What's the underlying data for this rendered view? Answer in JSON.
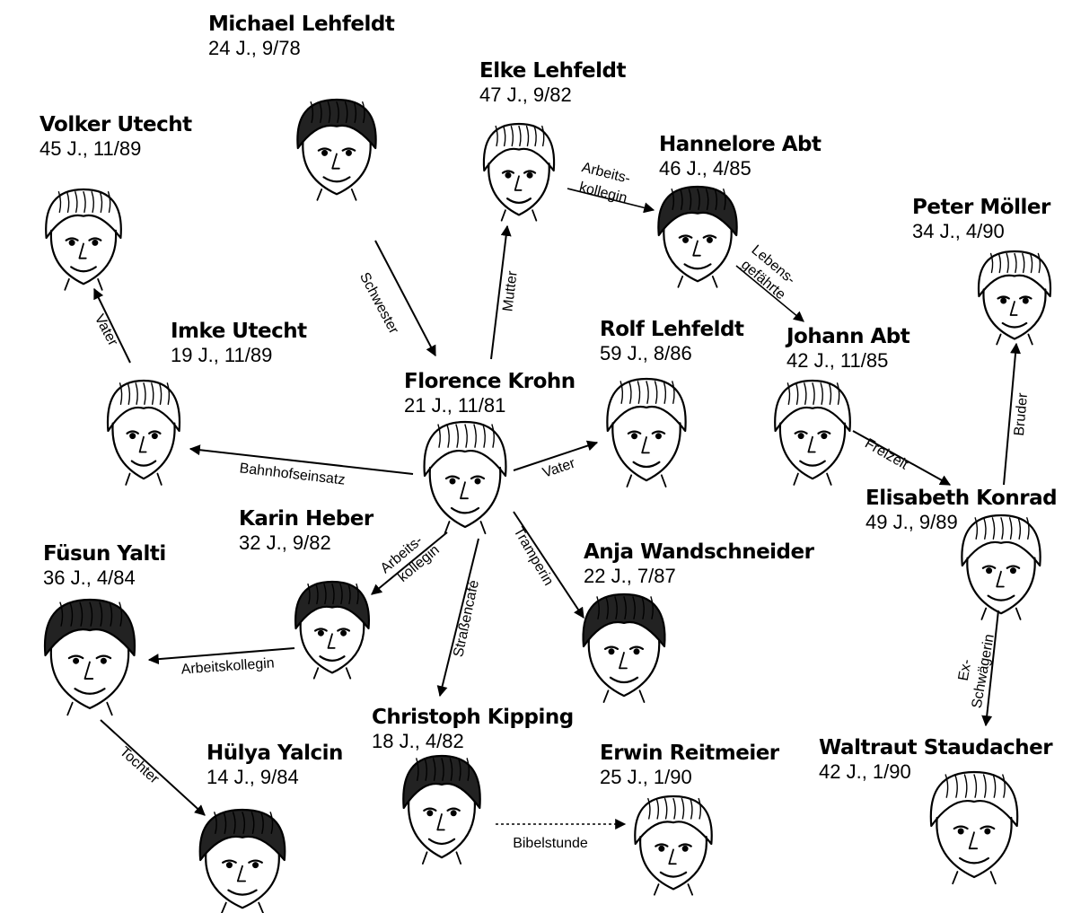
{
  "people": [
    {
      "id": "michael",
      "name": "Michael Lehfeldt",
      "info": "24 J., 9/78"
    },
    {
      "id": "elke",
      "name": "Elke Lehfeldt",
      "info": "47 J., 9/82"
    },
    {
      "id": "volker",
      "name": "Volker Utecht",
      "info": "45 J., 11/89"
    },
    {
      "id": "hannelore",
      "name": "Hannelore Abt",
      "info": "46 J., 4/85"
    },
    {
      "id": "peter",
      "name": "Peter Möller",
      "info": "34 J., 4/90"
    },
    {
      "id": "imke",
      "name": "Imke Utecht",
      "info": "19 J., 11/89"
    },
    {
      "id": "rolf",
      "name": "Rolf Lehfeldt",
      "info": "59 J., 8/86"
    },
    {
      "id": "johann",
      "name": "Johann Abt",
      "info": "42 J., 11/85"
    },
    {
      "id": "florence",
      "name": "Florence Krohn",
      "info": "21 J., 11/81"
    },
    {
      "id": "elisabeth",
      "name": "Elisabeth Konrad",
      "info": "49 J., 9/89"
    },
    {
      "id": "karin",
      "name": "Karin Heber",
      "info": "32 J., 9/82"
    },
    {
      "id": "fusun",
      "name": "Füsun Yalti",
      "info": "36 J., 4/84"
    },
    {
      "id": "anja",
      "name": "Anja Wandschneider",
      "info": "22 J., 7/87"
    },
    {
      "id": "christoph",
      "name": "Christoph Kipping",
      "info": "18 J., 4/82"
    },
    {
      "id": "erwin",
      "name": "Erwin Reitmeier",
      "info": "25 J., 1/90"
    },
    {
      "id": "waltraut",
      "name": "Waltraut Staudacher",
      "info": "42 J., 1/90"
    },
    {
      "id": "hulya",
      "name": "Hülya Yalcin",
      "info": "14 J., 9/84"
    }
  ],
  "relations": [
    {
      "id": "michael-florence",
      "label": "Schwester",
      "dashed": false
    },
    {
      "id": "florence-elke",
      "label": "Mutter",
      "dashed": false
    },
    {
      "id": "elke-hannelore",
      "label": "Arbeits- kollegin",
      "dashed": false
    },
    {
      "id": "hannelore-johann",
      "label": "Lebens- gefährte",
      "dashed": false
    },
    {
      "id": "imke-volker",
      "label": "Vater",
      "dashed": false
    },
    {
      "id": "florence-imke",
      "label": "Bahnhofseinsatz",
      "dashed": false
    },
    {
      "id": "florence-rolf",
      "label": "Vater",
      "dashed": false
    },
    {
      "id": "johann-elisabeth",
      "label": "Freizeit",
      "dashed": false
    },
    {
      "id": "elisabeth-peter",
      "label": "Bruder",
      "dashed": false
    },
    {
      "id": "florence-karin",
      "label": "Arbeits- kollegin",
      "dashed": false
    },
    {
      "id": "karin-fusun",
      "label": "Arbeitskollegin",
      "dashed": false
    },
    {
      "id": "florence-christoph",
      "label": "Straßencafé",
      "dashed": false
    },
    {
      "id": "florence-anja",
      "label": "Tramperin",
      "dashed": false
    },
    {
      "id": "fusun-hulya",
      "label": "Tochter",
      "dashed": false
    },
    {
      "id": "christoph-erwin",
      "label": "Bibelstunde",
      "dashed": true
    },
    {
      "id": "elisabeth-waltraut",
      "label": "Ex- Schwägerin",
      "dashed": false
    }
  ]
}
